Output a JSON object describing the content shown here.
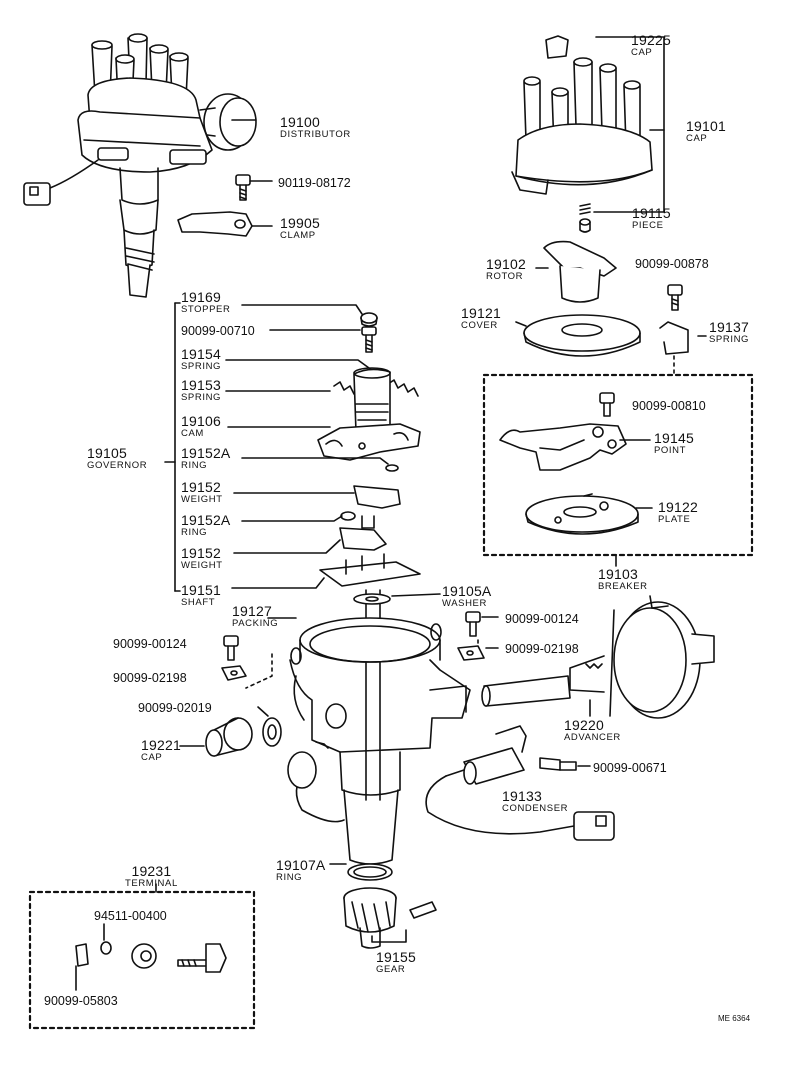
{
  "callouts": {
    "cap_19225": {
      "num": "19225",
      "name": "CAP"
    },
    "dist_19100": {
      "num": "19100",
      "name": "DISTRIBUTOR"
    },
    "cap_19101": {
      "num": "19101",
      "name": "CAP"
    },
    "bolt_90119_08172": {
      "num": "90119-08172"
    },
    "clamp_19905": {
      "num": "19905",
      "name": "CLAMP"
    },
    "piece_19115": {
      "num": "19115",
      "name": "PIECE"
    },
    "rotor_19102": {
      "num": "19102",
      "name": "ROTOR"
    },
    "screw_90099_00878": {
      "num": "90099-00878"
    },
    "stopper_19169": {
      "num": "19169",
      "name": "STOPPER"
    },
    "screw_90099_00710": {
      "num": "90099-00710"
    },
    "cover_19121": {
      "num": "19121",
      "name": "COVER"
    },
    "spring_19137": {
      "num": "19137",
      "name": "SPRING"
    },
    "spring_19154": {
      "num": "19154",
      "name": "SPRING"
    },
    "spring_19153": {
      "num": "19153",
      "name": "SPRING"
    },
    "screw_90099_00810": {
      "num": "90099-00810"
    },
    "cam_19106": {
      "num": "19106",
      "name": "CAM"
    },
    "point_19145": {
      "num": "19145",
      "name": "POINT"
    },
    "governor_19105": {
      "num": "19105",
      "name": "GOVERNOR"
    },
    "ring_19152A_a": {
      "num": "19152A",
      "name": "RING"
    },
    "weight_19152_a": {
      "num": "19152",
      "name": "WEIGHT"
    },
    "plate_19122": {
      "num": "19122",
      "name": "PLATE"
    },
    "ring_19152A_b": {
      "num": "19152A",
      "name": "RING"
    },
    "weight_19152_b": {
      "num": "19152",
      "name": "WEIGHT"
    },
    "breaker_19103": {
      "num": "19103",
      "name": "BREAKER"
    },
    "shaft_19151": {
      "num": "19151",
      "name": "SHAFT"
    },
    "washer_19105A": {
      "num": "19105A",
      "name": "WASHER"
    },
    "packing_19127": {
      "num": "19127",
      "name": "PACKING"
    },
    "screw_90099_00124_r": {
      "num": "90099-00124"
    },
    "screw_90099_00124_l": {
      "num": "90099-00124"
    },
    "washer_90099_02198_r": {
      "num": "90099-02198"
    },
    "washer_90099_02198_l": {
      "num": "90099-02198"
    },
    "ring_90099_02019": {
      "num": "90099-02019"
    },
    "advancer_19220": {
      "num": "19220",
      "name": "ADVANCER"
    },
    "cap_19221": {
      "num": "19221",
      "name": "CAP"
    },
    "bolt_90099_00671": {
      "num": "90099-00671"
    },
    "condenser_19133": {
      "num": "19133",
      "name": "CONDENSER"
    },
    "ring_19107A": {
      "num": "19107A",
      "name": "RING"
    },
    "terminal_19231": {
      "num": "19231",
      "name": "TERMINAL"
    },
    "part_94511_00400": {
      "num": "94511-00400"
    },
    "nut_90099_05803": {
      "num": "90099-05803"
    },
    "gear_19155": {
      "num": "19155",
      "name": "GEAR"
    }
  },
  "drawing_code": "ME 6364",
  "colors": {
    "ink": "#111111",
    "paper": "#ffffff"
  }
}
